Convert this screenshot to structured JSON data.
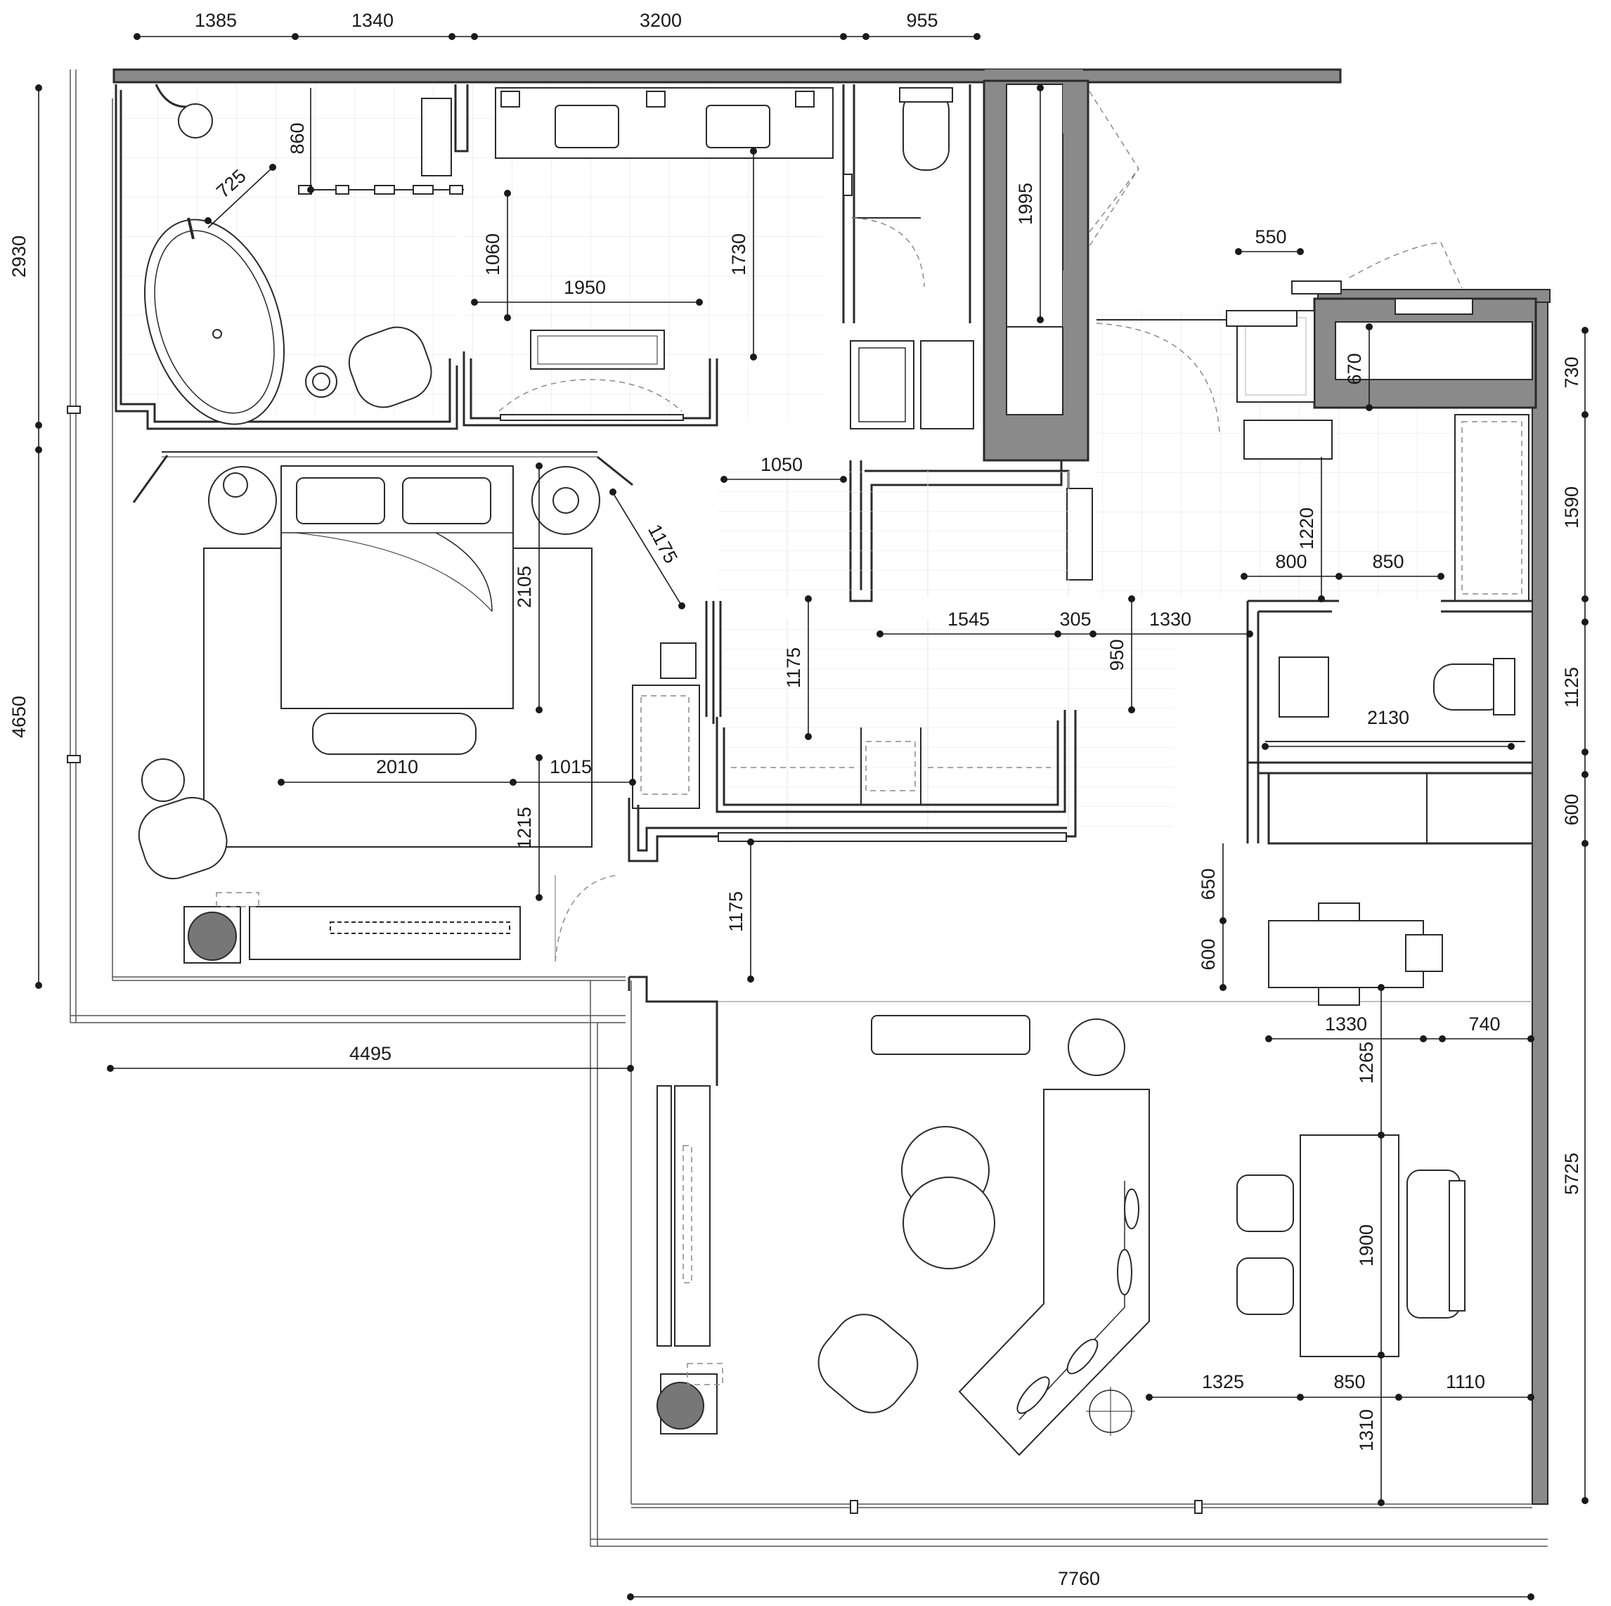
{
  "drawing": {
    "dimensions": {
      "top": [
        "1385",
        "1340",
        "3200",
        "955"
      ],
      "left": [
        "2930",
        "4650"
      ],
      "right": [
        "730",
        "1590",
        "1125",
        "600",
        "5725"
      ],
      "bottom": [
        "7760"
      ],
      "bath": [
        "725",
        "860",
        "1060",
        "1950",
        "1730",
        "1995"
      ],
      "bedroom": [
        "1175",
        "2105",
        "2010",
        "1015",
        "1215",
        "4495"
      ],
      "corridor": [
        "1050",
        "1545",
        "305",
        "1330",
        "950",
        "1175",
        "1175"
      ],
      "guest_bath": [
        "550",
        "670",
        "1220",
        "800",
        "850",
        "2130"
      ],
      "dining": [
        "650",
        "600",
        "1330",
        "740"
      ],
      "living": [
        "1265",
        "1900",
        "1325",
        "850",
        "1110",
        "1310"
      ]
    },
    "colors": {
      "line": "#2a2a2a",
      "wall_fill": "#8a8a8a",
      "hatch": "#bdbdbd"
    }
  }
}
